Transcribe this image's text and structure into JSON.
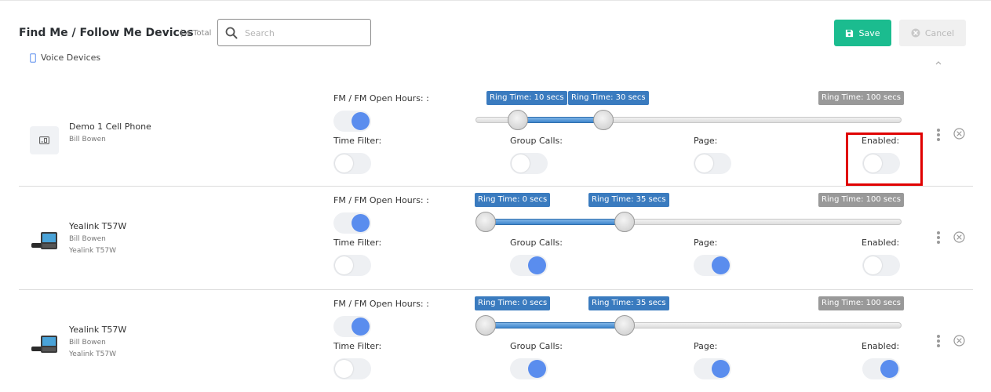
{
  "header": {
    "title": "Find Me / Follow Me Devices",
    "total": "| 4 Total",
    "search_placeholder": "Search",
    "save_label": "Save",
    "cancel_label": "Cancel"
  },
  "section": {
    "label": "Voice Devices"
  },
  "labels": {
    "fm_open_hours": "FM / FM Open Hours: :",
    "time_filter": "Time Filter:",
    "group_calls": "Group Calls:",
    "page": "Page:",
    "enabled": "Enabled:"
  },
  "colors": {
    "accent": "#5a8dee",
    "save": "#1bbc8f",
    "slider_fill": "#3f86cd",
    "highlight": "#e00000"
  },
  "devices": [
    {
      "icon": "cell-phone-icon",
      "name": "Demo 1 Cell Phone",
      "owner": "Bill Bowen",
      "model": "",
      "fm_open_hours": true,
      "time_filter": false,
      "group_calls": false,
      "page": false,
      "enabled": false,
      "ring_start_label": "Ring Time: 10 secs",
      "ring_end_label": "Ring Time: 30 secs",
      "ring_max_label": "Ring Time: 100 secs",
      "ring_start": 10,
      "ring_end": 30,
      "ring_max": 100
    },
    {
      "icon": "desk-phone-icon",
      "name": "Yealink T57W",
      "owner": "Bill Bowen",
      "model": "Yealink T57W",
      "fm_open_hours": true,
      "time_filter": false,
      "group_calls": true,
      "page": true,
      "enabled": false,
      "ring_start_label": "Ring Time: 0 secs",
      "ring_end_label": "Ring Time: 35 secs",
      "ring_max_label": "Ring Time: 100 secs",
      "ring_start": 0,
      "ring_end": 35,
      "ring_max": 100
    },
    {
      "icon": "desk-phone-icon",
      "name": "Yealink T57W",
      "owner": "Bill Bowen",
      "model": "Yealink T57W",
      "fm_open_hours": true,
      "time_filter": false,
      "group_calls": true,
      "page": true,
      "enabled": true,
      "ring_start_label": "Ring Time: 0 secs",
      "ring_end_label": "Ring Time: 35 secs",
      "ring_max_label": "Ring Time: 100 secs",
      "ring_start": 0,
      "ring_end": 35,
      "ring_max": 100
    }
  ]
}
